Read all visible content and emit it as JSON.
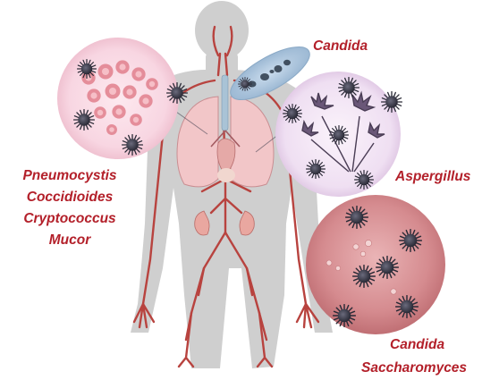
{
  "labels": {
    "candida_top": "Candida",
    "aspergillus": "Aspergillus",
    "left_list": [
      "Pneumocystis",
      "Coccidioides",
      "Cryptococcus",
      "Mucor"
    ],
    "bottom_right": [
      "Candida",
      "Saccharomyces"
    ]
  },
  "colors": {
    "label_red": "#b3202a",
    "silhouette": "#cfcfcf",
    "artery": "#b8433f",
    "lung": "#f2c6c8",
    "circle_pink": "#fbe3ec",
    "circle_lavender": "#f3e6f5",
    "circle_red": "#d99094",
    "circle_blue": "#aec6dc",
    "fungus_dark": "#3a3a4a"
  },
  "icons": [
    "body-silhouette",
    "lung-icon",
    "kidney-icon",
    "spiky-fungus-cell-icon",
    "aspergillus-conidiophore-icon",
    "yeast-cell-icon"
  ]
}
